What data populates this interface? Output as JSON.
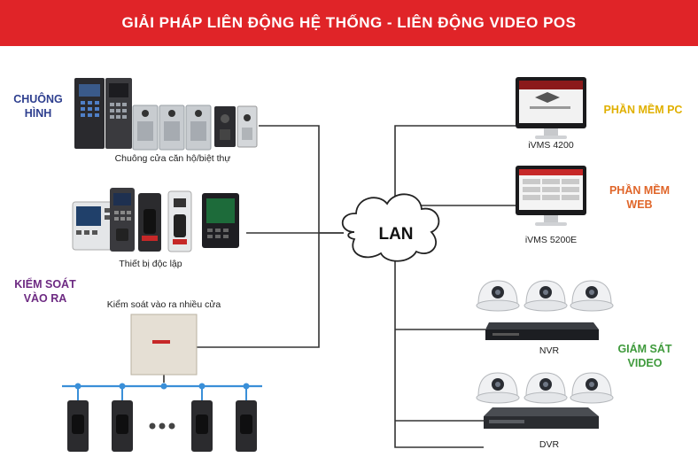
{
  "header": {
    "title": "GIẢI PHÁP LIÊN ĐỘNG HỆ THỐNG - LIÊN ĐỘNG VIDEO POS"
  },
  "categories": {
    "doorbell": {
      "label": "CHUÔNG\nHÌNH",
      "color": "#2e3f8f"
    },
    "access": {
      "label": "KIỂM SOÁT\nVÀO RA",
      "color": "#6d2a82"
    },
    "pc_software": {
      "label": "PHẦN MỀM PC",
      "color": "#e0b000"
    },
    "web_software": {
      "label": "PHẦN MỀM\nWEB",
      "color": "#e0662a"
    },
    "video": {
      "label": "GIÁM SÁT\nVIDEO",
      "color": "#3f9a3c"
    }
  },
  "captions": {
    "doorbell_devices": "Chuông cửa căn hộ/biệt thự",
    "standalone": "Thiết bị độc lập",
    "multi_door": "Kiểm soát vào ra nhiều cửa",
    "ivms4200": "iVMS 4200",
    "ivms5200e": "iVMS 5200E",
    "nvr": "NVR",
    "dvr": "DVR"
  },
  "network": {
    "label": "LAN"
  },
  "colors": {
    "accent": "#e02428",
    "bus": "#3a8fd8",
    "line": "#333333"
  }
}
